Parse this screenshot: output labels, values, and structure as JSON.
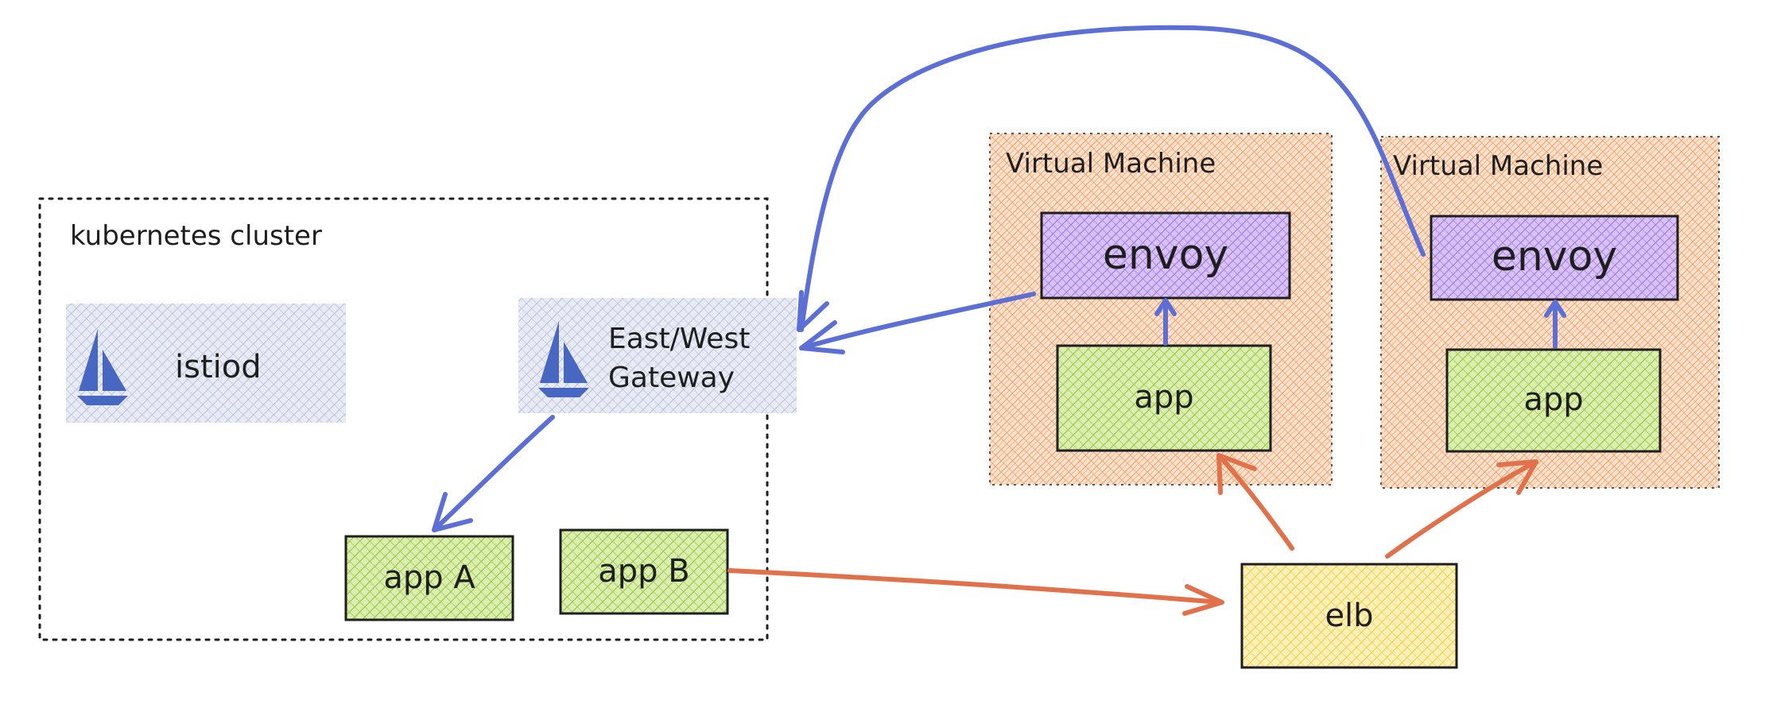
{
  "diagram": {
    "cluster": {
      "title": "kubernetes cluster",
      "istiod": "istiod",
      "gateway_line1": "East/West",
      "gateway_line2": "Gateway",
      "app_a": "app A",
      "app_b": "app B"
    },
    "vm_left": {
      "title": "Virtual Machine",
      "envoy": "envoy",
      "app": "app"
    },
    "vm_right": {
      "title": "Virtual Machine",
      "envoy": "envoy",
      "app": "app"
    },
    "elb": "elb",
    "colors": {
      "blue_arrow": "#5b6fd6",
      "orange_arrow": "#e0714a",
      "vm_fill": "#f7b98e",
      "envoy_fill": "#b48ce8",
      "app_fill": "#b5d46a",
      "elb_fill": "#fbe27a",
      "gateway_fill": "#c9d0e8",
      "istio_blue": "#4767c2"
    },
    "icons": [
      "istio-sail-icon",
      "istio-sail-icon"
    ]
  }
}
